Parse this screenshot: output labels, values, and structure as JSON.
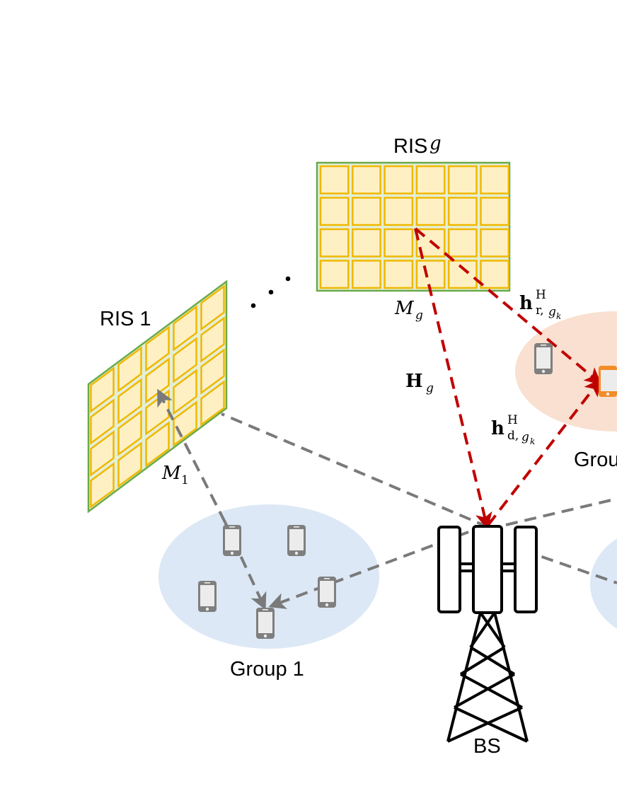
{
  "labels": {
    "ris_1": "RIS 1",
    "ris_g_prefix": "RIS",
    "ris_g_var": "g",
    "ellipsis": "⋰",
    "m1_main": "M",
    "m1_sub": "1",
    "mg_main": "M",
    "mg_sub": "g",
    "Hg_main": "H",
    "Hg_sub": "g",
    "hr_main": "h",
    "hr_sup": "H",
    "hr_sub": "r,",
    "hr_sub2": "g",
    "hr_sub3": "k",
    "hd_main": "h",
    "hd_sup": "H",
    "hd_sub": "d,",
    "hd_sub2": "g",
    "hd_sub3": "k",
    "group_1": "Group 1",
    "group_g": "Grou",
    "bs": "BS"
  },
  "colors": {
    "ris_border": "#6aaa4a",
    "ris_fill": "#e4efd6",
    "cell_border": "#f0b800",
    "cell_fill": "#fff0c4",
    "group_blue": "#dce8f5",
    "group_orange": "#f9e0d0",
    "link_gray": "#7a7a7a",
    "link_red": "#c00000",
    "phone_gray": "#7f7f7f",
    "phone_orange": "#f28c28"
  },
  "icons": [
    "phone-icon",
    "base-station-tower-icon"
  ]
}
